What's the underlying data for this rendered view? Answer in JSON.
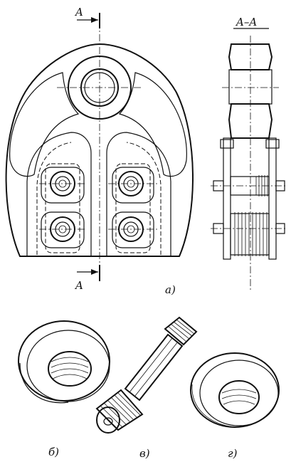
{
  "labels": {
    "section_top": "A",
    "section_bottom": "A",
    "section_title": "A–A",
    "view_a": "а)",
    "view_b": "б)",
    "view_v": "в)",
    "view_g": "г)"
  }
}
